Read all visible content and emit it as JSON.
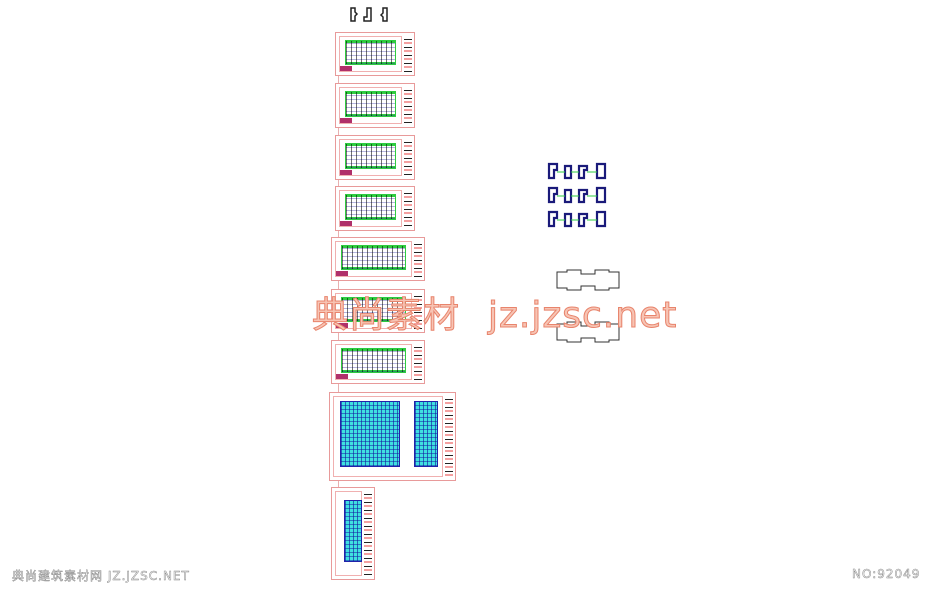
{
  "watermark": {
    "brand": "典尚素材",
    "url": "jz.jzsc.net"
  },
  "footer": {
    "site": "典尚建筑素材网 JZ.JZSC.NET",
    "number": "NO:92049"
  },
  "colors": {
    "sheet_border": "#e89a9a",
    "plan_green": "#2ecc40",
    "plan_blue": "#2222aa",
    "plan_cyan": "#3fe0e0",
    "outline_navy": "#1a1a7a",
    "watermark": "#f0a08c"
  }
}
